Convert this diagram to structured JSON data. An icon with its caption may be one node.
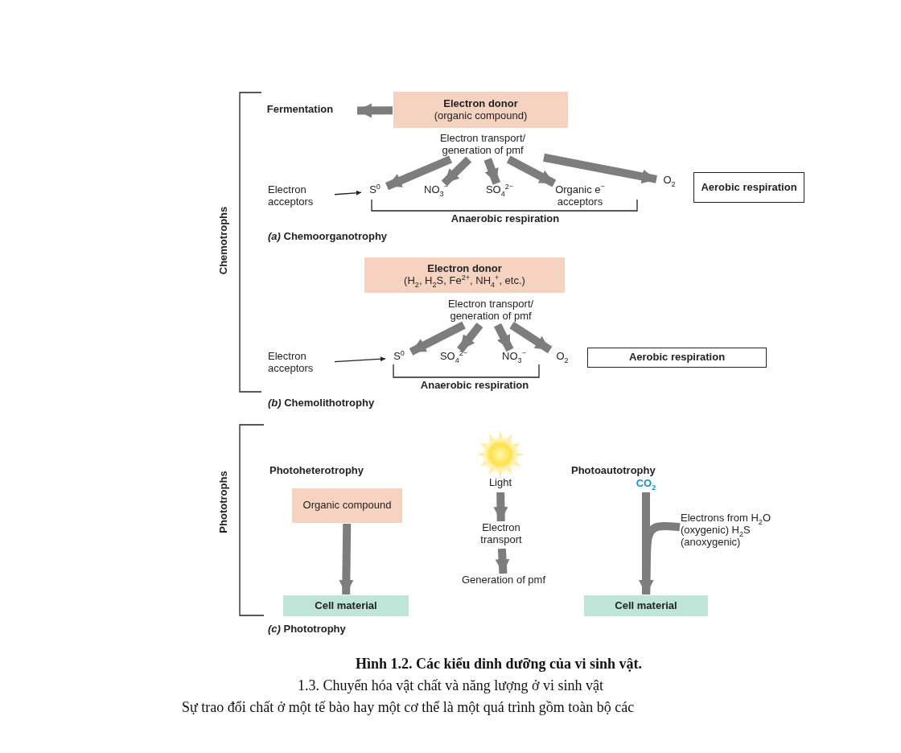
{
  "diagram": {
    "caption": "Hình 1.2. Các kiểu dinh dưỡng của vi sinh vật.",
    "nodes": [
      {
        "text": [
          "Fermentation"
        ]
      },
      {
        "text": [
          "Electron donor",
          "(organic compound)"
        ]
      },
      {
        "text": [
          "Electron transport/ generation of pmf"
        ]
      },
      {
        "text": [
          "Electron acceptors"
        ]
      },
      {
        "text": [
          "S$^{0}$"
        ]
      },
      {
        "text": [
          "NO$_{3}$$^{−}$"
        ]
      },
      {
        "text": [
          "SO$_{4}$$^{2−}$"
        ]
      },
      {
        "text": [
          "Organic e$^{−}$ acceptors"
        ]
      },
      {
        "text": [
          "O$_{2}$"
        ]
      },
      {
        "text": [
          "Aerobic respiration"
        ]
      },
      {
        "text": [
          "Electron donor",
          "(H$_{2}$, H$_{2}$S, Fe$^{2+}$, NH$_{4}$$^{+}$, etc.)"
        ]
      },
      {
        "text": [
          "Electron transport/ generation of pmf"
        ]
      },
      {
        "text": [
          "Electron acceptors"
        ]
      },
      {
        "text": [
          "S$^{0}$"
        ]
      },
      {
        "text": [
          "SO$_{4}$$^{2−}$"
        ]
      },
      {
        "text": [
          "NO$_{3}$$^{−}$"
        ]
      },
      {
        "text": [
          "O$_{2}$"
        ]
      },
      {
        "text": [
          "Aerobic respiration"
        ]
      },
      {
        "text": [
          "Organic compound"
        ]
      },
      {
        "text": [
          "Cell material"
        ]
      },
      {
        "text": [
          "Light"
        ]
      },
      {
        "text": [
          "Electron transport"
        ]
      },
      {
        "text": [
          "Generation of pmf"
        ]
      },
      {
        "text": [
          "CO$_{2}$"
        ]
      },
      {
        "text": [
          "Electrons from H$_{2}$O (oxygenic) H$_{2}$S (anoxygenic)"
        ]
      },
      {
        "text": [
          "Cell material"
        ]
      }
    ],
    "edges": [
      {
        "from": 1,
        "to": 0,
        "arrow": "to"
      },
      {
        "from": 2,
        "to": 4,
        "arrow": "to"
      },
      {
        "from": 2,
        "to": 5,
        "arrow": "to"
      },
      {
        "from": 2,
        "to": 6,
        "arrow": "to"
      },
      {
        "from": 2,
        "to": 7,
        "arrow": "to"
      },
      {
        "from": 2,
        "to": 8,
        "arrow": "to"
      },
      {
        "from": 3,
        "to": 4,
        "arrow": "to",
        "color": "#222222"
      },
      {
        "from": 11,
        "to": 13,
        "arrow": "to"
      },
      {
        "from": 11,
        "to": 14,
        "arrow": "to"
      },
      {
        "from": 11,
        "to": 15,
        "arrow": "to"
      },
      {
        "from": 11,
        "to": 16,
        "arrow": "to"
      },
      {
        "from": 12,
        "to": 13,
        "arrow": "to",
        "color": "#222222"
      },
      {
        "from": 18,
        "to": 19,
        "arrow": "to"
      },
      {
        "from": 20,
        "to": 21,
        "arrow": "to"
      },
      {
        "from": 21,
        "to": 22,
        "arrow": "to"
      },
      {
        "from": 23,
        "to": 25,
        "arrow": "to"
      },
      {
        "from": 24,
        "to": 25,
        "arrow": "to"
      }
    ],
    "labels": [
      "Anaerobic respiration",
      "*(a)* Chemoorganotrophy",
      "Chemotrophs",
      "Anaerobic respiration",
      "*(b)* Chemolithotrophy",
      "Phototrophs",
      "Photoheterotrophy",
      "Photoautotrophy",
      "*(c)* Phototrophy",
      "1.3. Chuyển hóa vật chất và năng lượng ở vi sinh vật",
      "Sự trao đổi chất ở một tế bào hay một cơ thể là một quá trình gồm toàn bộ các"
    ]
  }
}
